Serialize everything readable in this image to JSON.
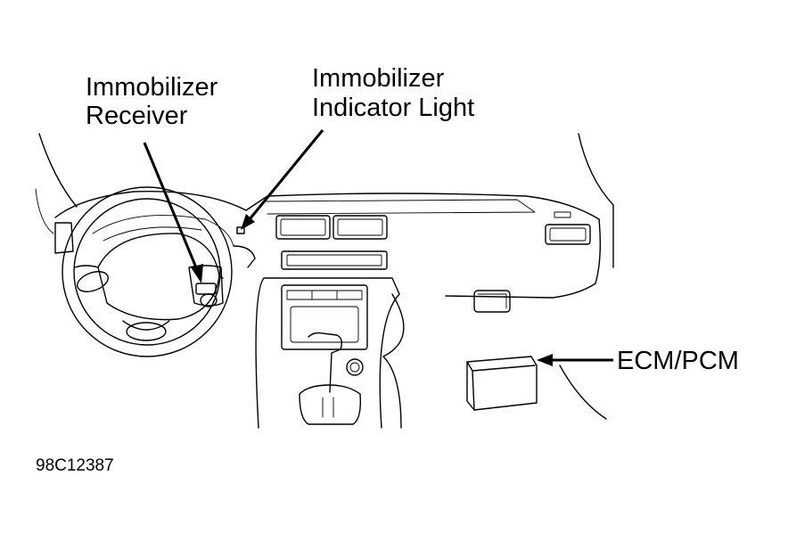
{
  "labels": {
    "receiver_line1": "Immobilizer",
    "receiver_line2": "Receiver",
    "indicator_line1": "Immobilizer",
    "indicator_line2": "Indicator Light",
    "ecm": "ECM/PCM"
  },
  "figure_code": "98C12387",
  "colors": {
    "ink": "#000000",
    "paper": "#ffffff"
  }
}
